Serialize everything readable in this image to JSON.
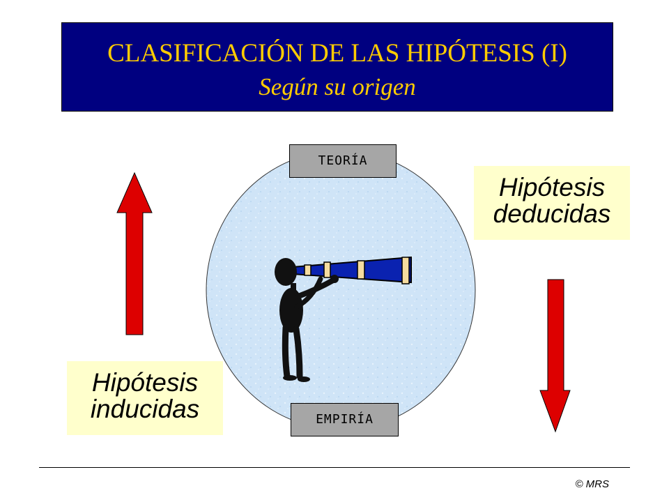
{
  "title": {
    "main": "CLASIFICACIÓN DE LAS HIPÓTESIS (I)",
    "subtitle": "Según su origen"
  },
  "labels": {
    "top": "TEORÍA",
    "bottom": "EMPIRÍA"
  },
  "notes": {
    "deduced": [
      "Hipótesis",
      "deducidas"
    ],
    "induced": [
      "Hipótesis",
      "inducidas"
    ]
  },
  "arrows": {
    "left": "up-arrow-icon",
    "right": "down-arrow-icon"
  },
  "illustration": "figure-with-telescope-icon",
  "footer": {
    "copyright": "© MRS"
  },
  "colors": {
    "title_bg": "#000080",
    "title_text": "#ffcc00",
    "arrow": "#dd0000",
    "circle": "#cfe4f7",
    "tag_bg": "#a6a6a6",
    "note_bg": "#ffffcc",
    "telescope": "#0a22b0"
  }
}
